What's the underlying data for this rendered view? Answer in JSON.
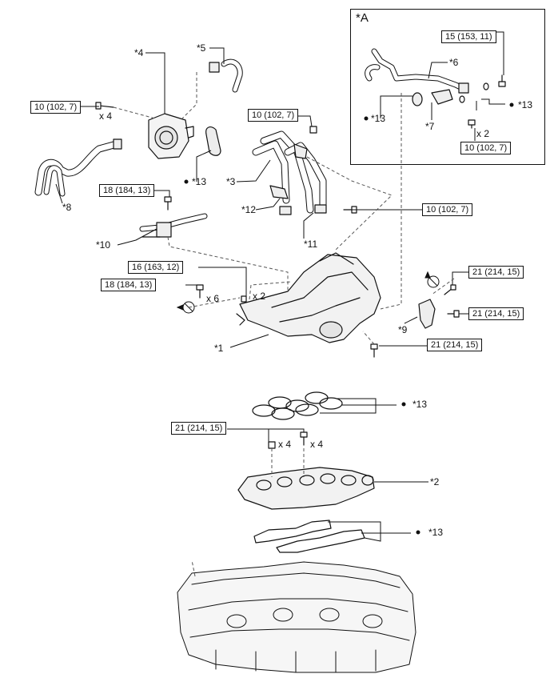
{
  "inset": {
    "title": "*A"
  },
  "torque": {
    "t1": "10 (102, 7)",
    "t2": "10 (102, 7)",
    "t3": "18 (184, 13)",
    "t4": "10 (102, 7)",
    "t5": "16 (163, 12)",
    "t6": "18 (184, 13)",
    "t7": "21 (214, 15)",
    "t8": "21 (214, 15)",
    "t9": "21 (214, 15)",
    "t10": "21 (214, 15)",
    "t11": "15 (153, 11)",
    "t12": "10 (102, 7)"
  },
  "qty": {
    "q1": "x 4",
    "q2": "x 2",
    "q3": "x 6",
    "q4": "x 4",
    "q5": "x 4",
    "q6": "x 2"
  },
  "labels": {
    "p1": "*1",
    "p2": "*2",
    "p3": "*3",
    "p4": "*4",
    "p5": "*5",
    "p6": "*6",
    "p7": "*7",
    "p8": "*8",
    "p9": "*9",
    "p10": "*10",
    "p11": "*11",
    "p12": "*12",
    "p13a": "*13",
    "p13b": "*13",
    "p13c": "*13",
    "p13d": "*13",
    "p13e": "*13"
  },
  "colors": {
    "line": "#111111",
    "dash": "#555555"
  },
  "icons": [
    "non-reusable-part-dot",
    "apply-sealant-icon",
    "bolt-icon",
    "nut-icon"
  ]
}
